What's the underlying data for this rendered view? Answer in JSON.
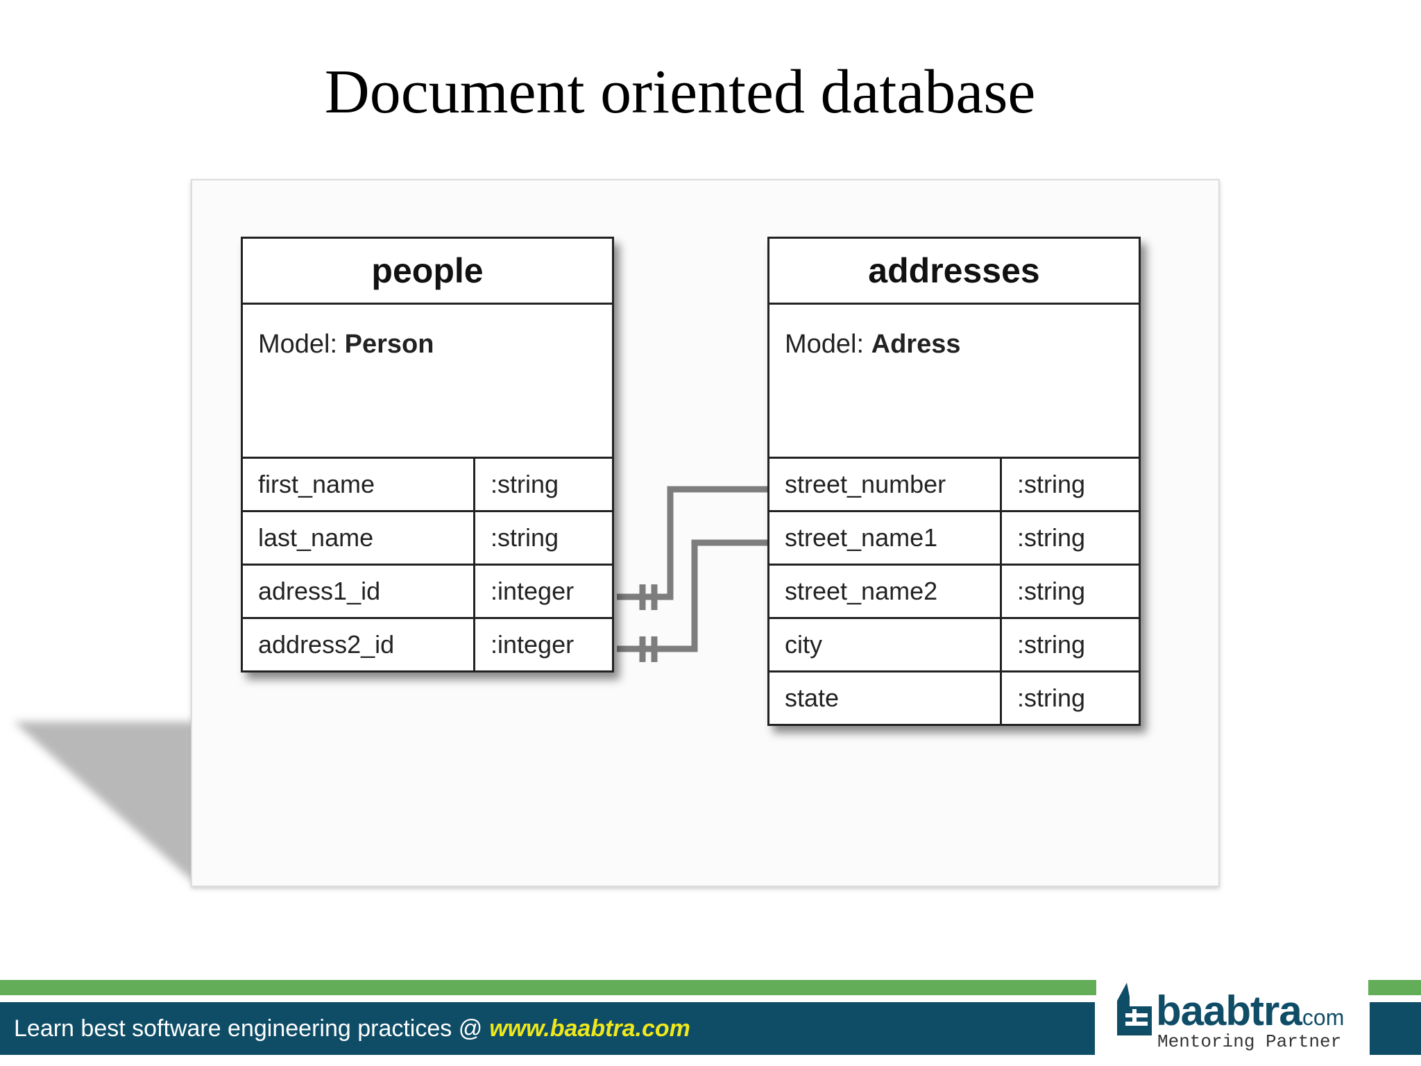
{
  "slide": {
    "title": "Document oriented database"
  },
  "people_table": {
    "name": "people",
    "model_label": "Model:",
    "model_value": "Person",
    "fields": [
      {
        "name": "first_name",
        "type": ":string"
      },
      {
        "name": "last_name",
        "type": ":string"
      },
      {
        "name": "adress1_id",
        "type": ":integer"
      },
      {
        "name": "address2_id",
        "type": ":integer"
      }
    ]
  },
  "addresses_table": {
    "name": "addresses",
    "model_label": "Model:",
    "model_value": "Adress",
    "fields": [
      {
        "name": "street_number",
        "type": ":string"
      },
      {
        "name": "street_name1",
        "type": ":string"
      },
      {
        "name": "street_name2",
        "type": ":string"
      },
      {
        "name": "city",
        "type": ":string"
      },
      {
        "name": "state",
        "type": ":string"
      }
    ]
  },
  "footer": {
    "text": "Learn best software engineering practices @",
    "link": "www.baabtra.com",
    "colors": {
      "bar": "#0f4d67",
      "accent": "#63ad58",
      "link": "#f0e81a"
    }
  },
  "logo": {
    "name": "baabtra",
    "tld": ".com",
    "tagline": "Mentoring Partner"
  }
}
